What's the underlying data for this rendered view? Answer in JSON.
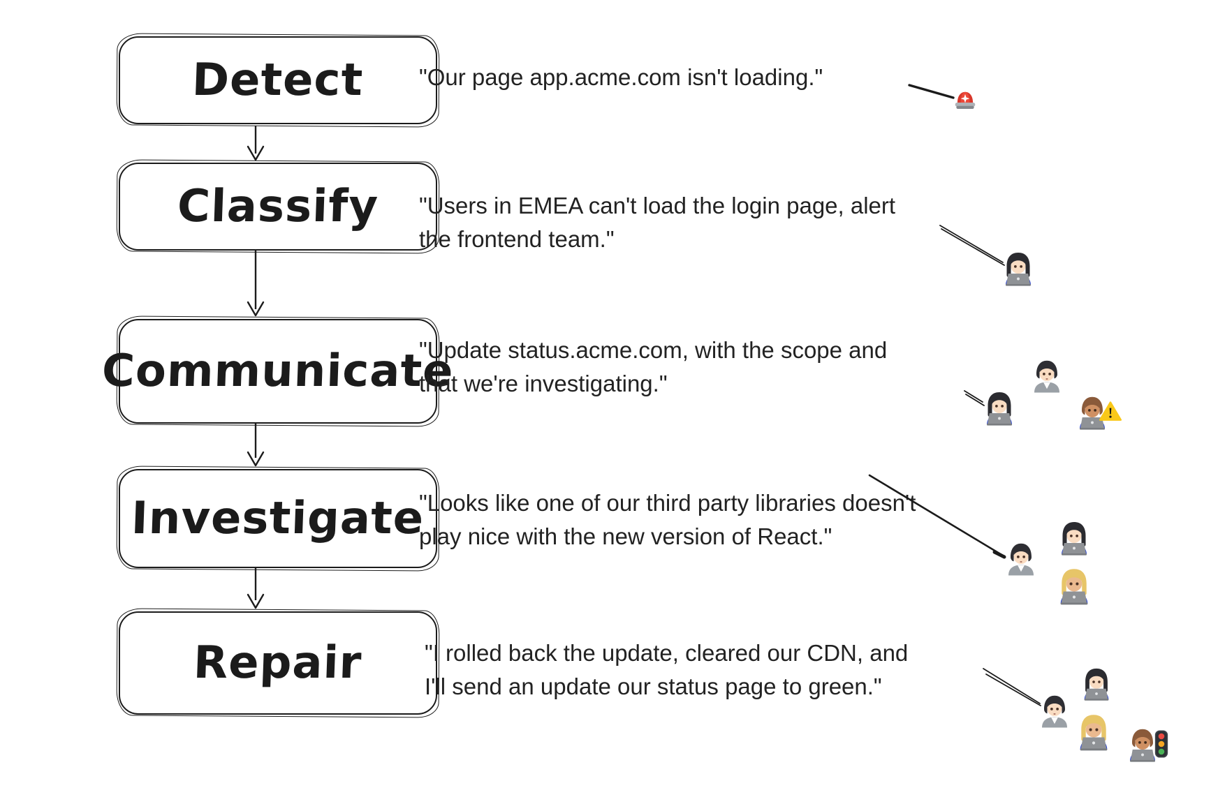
{
  "flow": {
    "steps": [
      {
        "label": "Detect"
      },
      {
        "label": "Classify"
      },
      {
        "label": "Communicate"
      },
      {
        "label": "Investigate"
      },
      {
        "label": "Repair"
      }
    ]
  },
  "quotes": [
    {
      "lines": [
        "\"Our page app.acme.com isn't loading.\""
      ],
      "icons": [
        "police-car-light"
      ]
    },
    {
      "lines": [
        "\"Users in EMEA can't load the login page, alert",
        "the frontend team.\""
      ],
      "icons": [
        "woman-technologist"
      ]
    },
    {
      "lines": [
        "\"Update status.acme.com, with the scope and",
        "that we're investigating.\""
      ],
      "icons": [
        "woman-technologist",
        "office-worker",
        "technologist-medium-skin",
        "warning"
      ]
    },
    {
      "lines": [
        "\"Looks like one of our third party libraries doesn't",
        "play nice with the new version of React.\""
      ],
      "icons": [
        "office-worker",
        "woman-technologist",
        "woman-technologist-blonde"
      ]
    },
    {
      "lines": [
        "\"I rolled back the update, cleared our CDN, and",
        "I'll send an update our status page to green.\""
      ],
      "icons": [
        "office-worker",
        "woman-technologist",
        "woman-technologist-blonde",
        "technologist-medium-skin",
        "vertical-traffic-light"
      ]
    }
  ],
  "colors": {
    "ink": "#1b1b1b",
    "background": "#ffffff",
    "siren_red": "#d8372b",
    "warning_yellow": "#f9c819",
    "laptop_gray": "#8f9296",
    "shirt_blue": "#2f49d1",
    "suit_gray": "#9aa0a6",
    "traffic_red": "#ea4b43",
    "traffic_yellow": "#f6a623",
    "traffic_green": "#49b356"
  }
}
